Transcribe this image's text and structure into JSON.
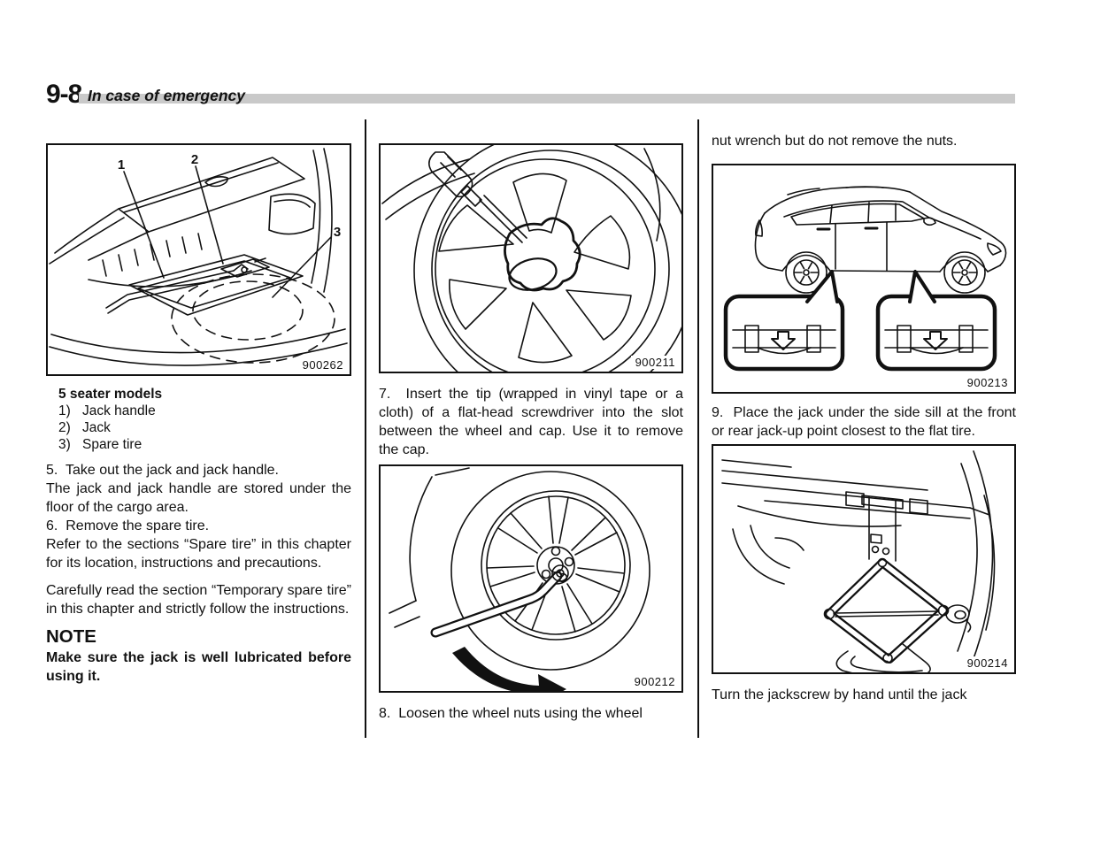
{
  "header": {
    "section_number": "9-8",
    "section_title": "In case of emergency"
  },
  "colors": {
    "header_bar": "#c9c9c9",
    "ink": "#111111"
  },
  "left": {
    "figure": {
      "number": "900262",
      "label_1": "1",
      "label_2": "2",
      "label_3": "3"
    },
    "legend": {
      "title": "5 seater models",
      "items": [
        {
          "num": "1)",
          "label": "Jack handle"
        },
        {
          "num": "2)",
          "label": "Jack"
        },
        {
          "num": "3)",
          "label": "Spare tire"
        }
      ]
    },
    "step5": "5.  Take out the jack and jack handle.",
    "step5_body": "The jack and jack handle are stored under the floor of the cargo area.",
    "step6": "6.  Remove the spare tire.",
    "step6_body": "Refer to the sections “Spare tire” in this chapter for its location, instructions and precautions.",
    "paragraph": "Carefully read the section “Temporary spare tire” in this chapter and strictly fol­low the instructions.",
    "note_title": "NOTE",
    "note_body": "Make sure the jack is well lubricated before using it."
  },
  "middle": {
    "figure_top": {
      "number": "900211"
    },
    "step7": "7.  Insert the tip (wrapped in vinyl tape or a cloth) of a flat-head screwdriver into the slot between the wheel and cap. Use it to remove the cap.",
    "figure_bottom": {
      "number": "900212"
    },
    "step8": "8.  Loosen the wheel nuts using the wheel"
  },
  "right": {
    "continuation_top": "nut wrench but do not remove the nuts.",
    "figure_top": {
      "number": "900213"
    },
    "step9": "9.  Place the jack under the side sill at the front or rear jack-up point closest to the flat tire.",
    "figure_bottom": {
      "number": "900214"
    },
    "continuation_bottom": "Turn the jackscrew by hand until the jack"
  }
}
